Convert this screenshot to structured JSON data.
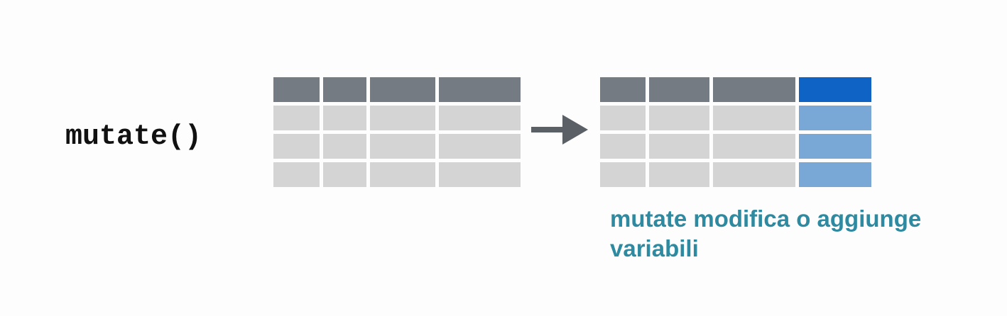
{
  "function_label": "mutate()",
  "caption": "mutate modifica o aggiunge variabili",
  "colors": {
    "header": "#757b82",
    "body": "#d4d4d4",
    "new_header": "#0f63c5",
    "new_body": "#79a8d6",
    "caption": "#2e8aa0",
    "arrow": "#5b6066"
  },
  "tables": {
    "before": {
      "rows": 4,
      "columns": 4,
      "highlighted_column": null
    },
    "after": {
      "rows": 4,
      "columns": 4,
      "highlighted_column": 3
    }
  }
}
